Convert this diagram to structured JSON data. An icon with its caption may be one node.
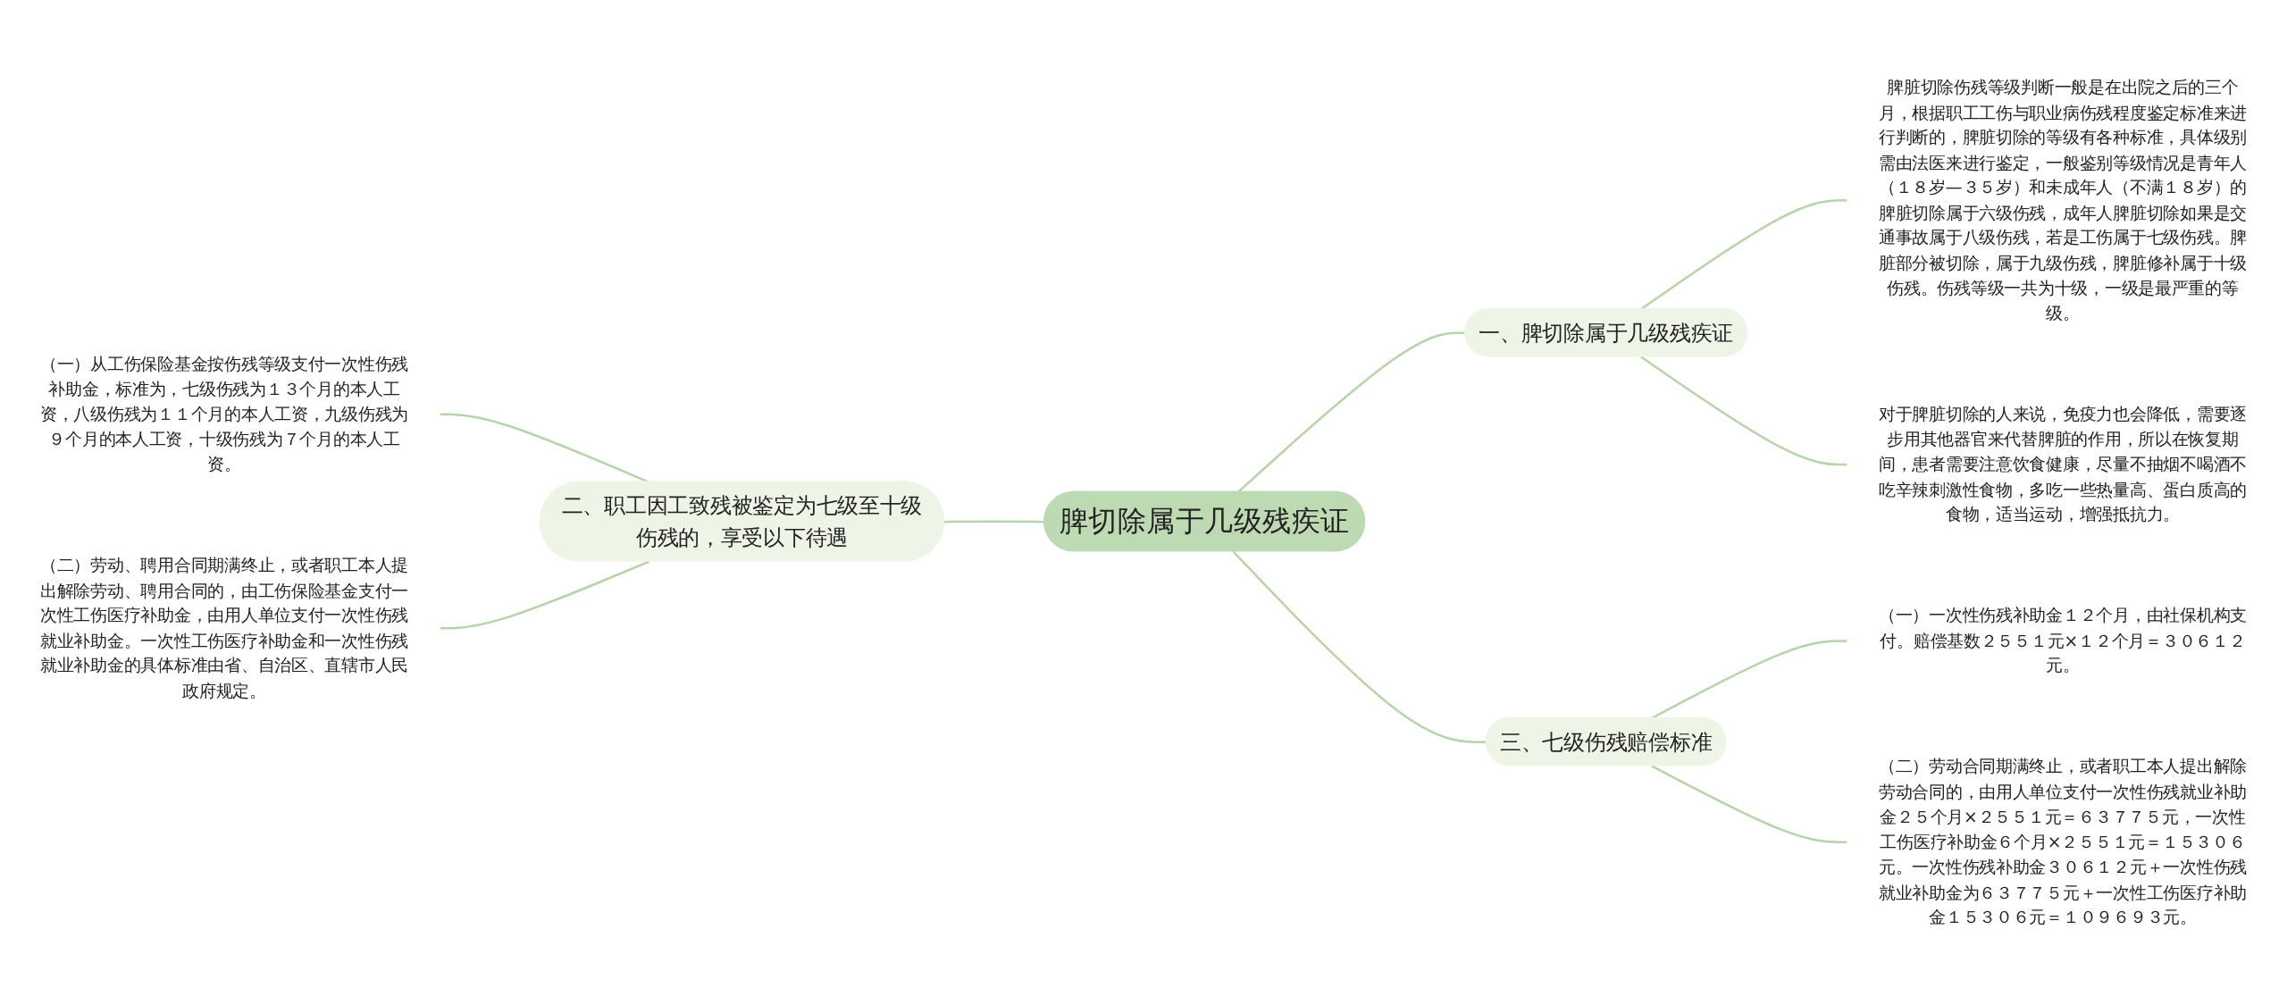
{
  "diagram": {
    "nodes": [
      {
        "text": [
          "脾切除属于几级残疾证"
        ]
      },
      {
        "text": [
          "一、脾切除属于几级残疾证"
        ]
      },
      {
        "text": [
          "脾脏切除伤残等级判断一般是在出院之后的三个月，根据职工工伤与职业病伤残程度鉴定标准来进行判断的，脾脏切除的等级有各种标准，具体级别需由法医来进行鉴定，一般鉴别等级情况是青年人（１８岁—３５岁）和未成年人（不满１８岁）的脾脏切除属于六级伤残，成年人脾脏切除如果是交通事故属于八级伤残，若是工伤属于七级伤残。脾脏部分被切除，属于九级伤残，脾脏修补属于十级伤残。伤残等级一共为十级，一级是最严重的等级。"
        ]
      },
      {
        "text": [
          "对于脾脏切除的人来说，免疫力也会降低，需要逐步用其他器官来代替脾脏的作用，所以在恢复期间，患者需要注意饮食健康，尽量不抽烟不喝酒不吃辛辣刺激性食物，多吃一些热量高、蛋白质高的食物，适当运动，增强抵抗力。"
        ]
      },
      {
        "text": [
          "二、职工因工致残被鉴定为七级至十级伤残的，享受以下待遇"
        ]
      },
      {
        "text": [
          "（一）从工伤保险基金按伤残等级支付一次性伤残补助金，标准为，七级伤残为１３个月的本人工资，八级伤残为１１个月的本人工资，九级伤残为９个月的本人工资，十级伤残为７个月的本人工资。"
        ]
      },
      {
        "text": [
          "（二）劳动、聘用合同期满终止，或者职工本人提出解除劳动、聘用合同的，由工伤保险基金支付一次性工伤医疗补助金，由用人单位支付一次性伤残就业补助金。一次性工伤医疗补助金和一次性伤残就业补助金的具体标准由省、自治区、直辖市人民政府规定。"
        ]
      },
      {
        "text": [
          "三、七级伤残赔偿标准"
        ]
      },
      {
        "text": [
          "（一）一次性伤残补助金１２个月，由社保机构支付。赔偿基数２５５１元×１２个月＝３０６１２元。"
        ]
      },
      {
        "text": [
          "（二）劳动合同期满终止，或者职工本人提出解除劳动合同的，由用人单位支付一次性伤残就业补助金２５个月×２５５１元＝６３７７５元，一次性工伤医疗补助金６个月×２５５１元＝１５３０６元。一次性伤残补助金３０６１２元＋一次性伤残就业补助金为６３７７５元＋一次性工伤医疗补助金１５３０６元＝１０９６９３元。"
        ]
      }
    ],
    "edges": [
      {
        "from": 0,
        "to": 1,
        "arrow": "none"
      },
      {
        "from": 1,
        "to": 2,
        "arrow": "none"
      },
      {
        "from": 1,
        "to": 3,
        "arrow": "none"
      },
      {
        "from": 4,
        "to": 0,
        "arrow": "none"
      },
      {
        "from": 5,
        "to": 4,
        "arrow": "none"
      },
      {
        "from": 6,
        "to": 4,
        "arrow": "none"
      },
      {
        "from": 0,
        "to": 7,
        "arrow": "none"
      },
      {
        "from": 7,
        "to": 8,
        "arrow": "none"
      },
      {
        "from": 7,
        "to": 9,
        "arrow": "none"
      }
    ]
  }
}
